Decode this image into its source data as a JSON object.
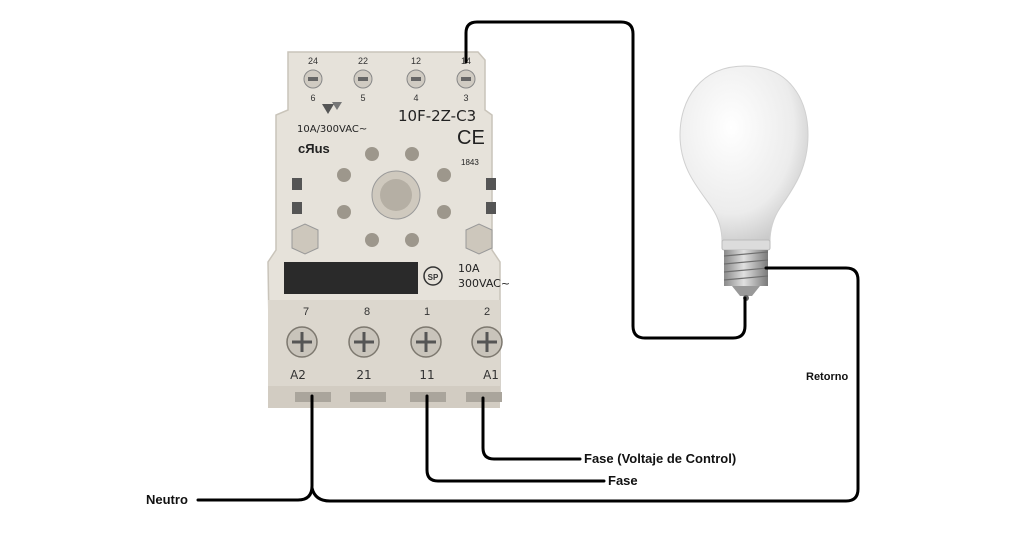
{
  "socket": {
    "top_terminals": [
      {
        "upper": "24",
        "lower": "6"
      },
      {
        "upper": "22",
        "lower": "5"
      },
      {
        "upper": "12",
        "lower": "4"
      },
      {
        "upper": "14",
        "lower": "3"
      }
    ],
    "model": "10F-2Z-C3",
    "rating_top": "10A/300VAC~",
    "ul_mark": "cЯus",
    "ce_mark": "CE",
    "code": "1843",
    "csa_rating_line1": "10A",
    "csa_rating_line2": "300VAC~",
    "csa_mark": "SP",
    "bottom_terminals": [
      {
        "upper": "7",
        "lower": "A2"
      },
      {
        "upper": "8",
        "lower": "21"
      },
      {
        "upper": "1",
        "lower": "11"
      },
      {
        "upper": "2",
        "lower": "A1"
      }
    ],
    "body_color": "#e6e2da",
    "label_bar_color": "#2a2a2a"
  },
  "wires": {
    "neutro_label": "Neutro",
    "fase_label": "Fase",
    "fase_control_label": "Fase (Voltaje de Control)",
    "retorno_label": "Retorno",
    "wire_color": "#000000"
  },
  "bulb": {
    "glass_color": "#f2f2f2",
    "base_color": "#b8b8b8"
  }
}
